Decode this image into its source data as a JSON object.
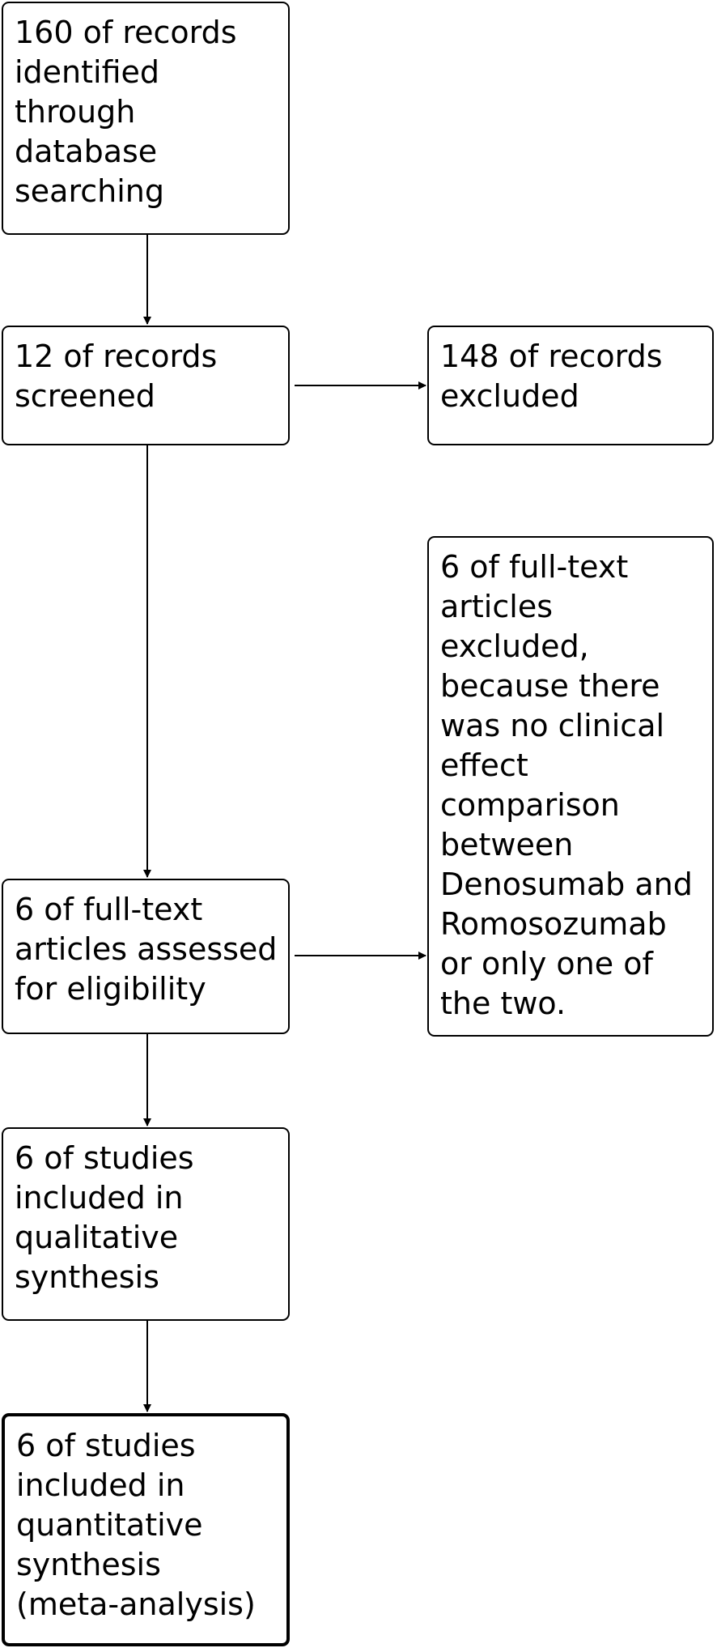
{
  "boxes": {
    "identified": "160 of records\nidentified\nthrough\ndatabase\nsearching",
    "screened": "12 of records\nscreened",
    "excluded": "148 of records\nexcluded",
    "fulltext_excluded": "6 of full-text\narticles\nexcluded,\nbecause there\nwas no clinical\neffect\ncomparison\nbetween\nDenosumab and\nRomosozumab\nor only one of\nthe two.",
    "eligibility": "6 of full-text\narticles assessed\nfor eligibility",
    "qualitative": "6 of studies\nincluded in\nqualitative\nsynthesis",
    "quantitative": "6 of studies\nincluded in\nquantitative\nsynthesis\n(meta-analysis)"
  }
}
